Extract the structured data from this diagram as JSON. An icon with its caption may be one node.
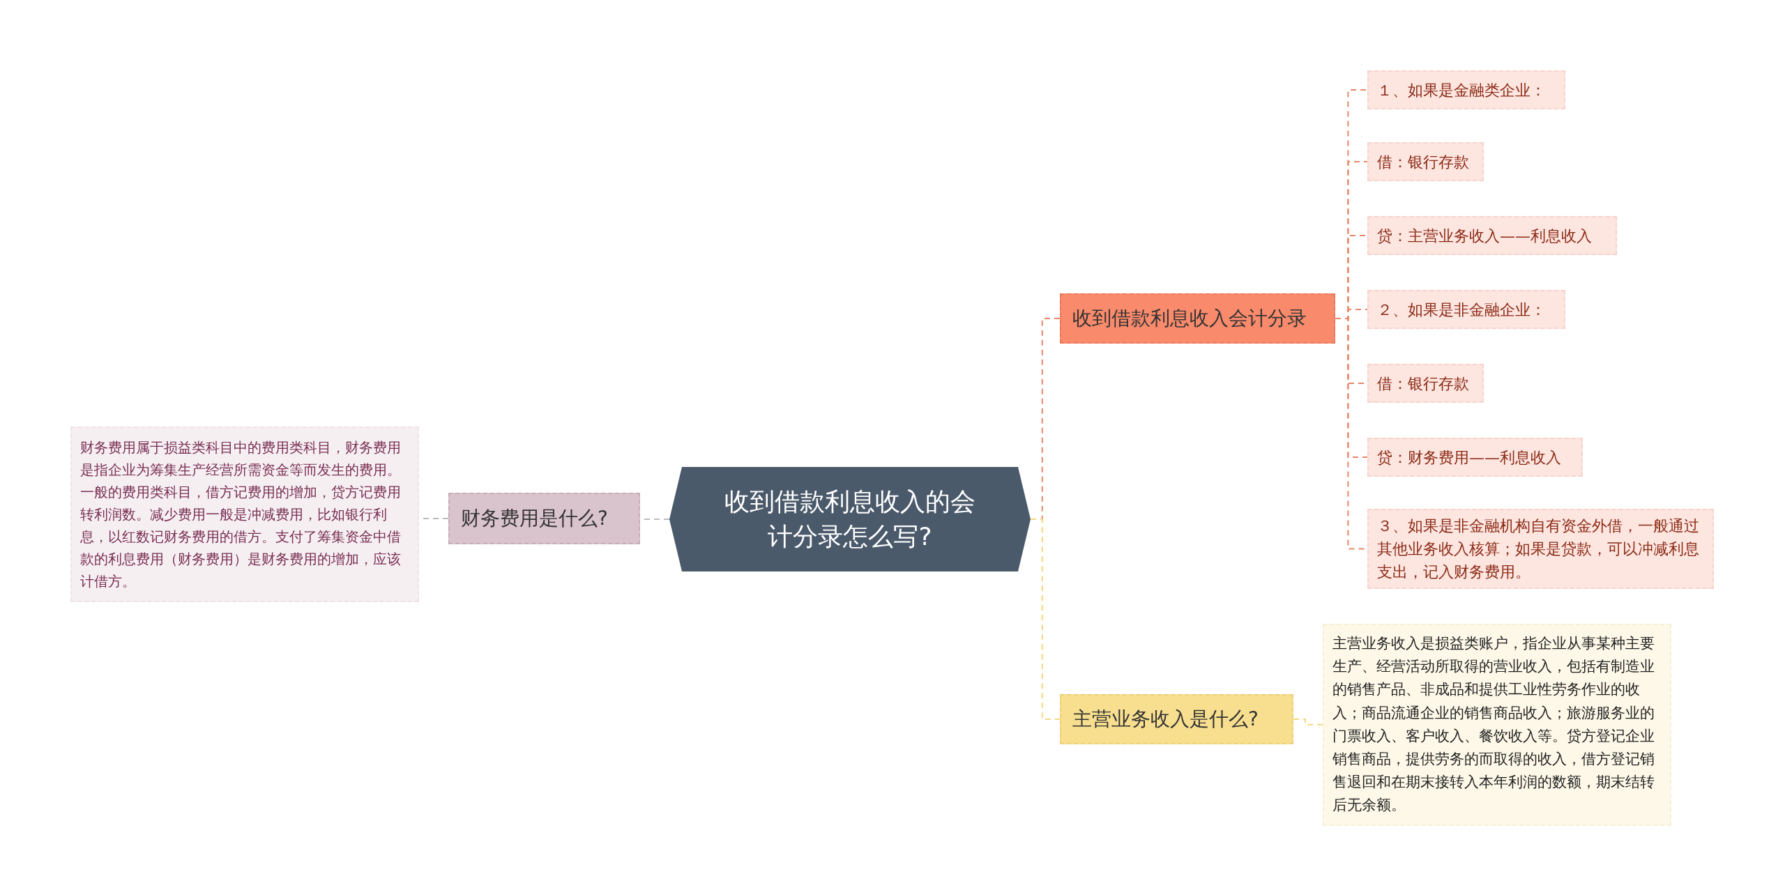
{
  "diagram": {
    "nodes": [
      {
        "text": [
          "收到借款利息收入的会计分录怎么写?"
        ]
      },
      {
        "text": [
          "财务费用是什么?"
        ]
      },
      {
        "text": [
          "财务费用属于损益类科目中的费用类科目，财务费用是指企业为筹集生产经营所需资金等而发生的费用。一般的费用类科目，借方记费用的增加，贷方记费用转利润数。减少费用一般是冲减费用，比如银行利息，以红数记财务费用的借方。支付了筹集资金中借款的利息费用（财务费用）是财务费用的增加，应该计借方。"
        ]
      },
      {
        "text": [
          "收到借款利息收入会计分录"
        ]
      },
      {
        "text": [
          "１、如果是金融类企业："
        ]
      },
      {
        "text": [
          "借：银行存款"
        ]
      },
      {
        "text": [
          "贷：主营业务收入——利息收入"
        ]
      },
      {
        "text": [
          "２、如果是非金融企业："
        ]
      },
      {
        "text": [
          "借：银行存款"
        ]
      },
      {
        "text": [
          "贷：财务费用——利息收入"
        ]
      },
      {
        "text": [
          "３、如果是非金融机构自有资金外借，一般通过其他业务收入核算；如果是贷款，可以冲减利息支出，记入财务费用。"
        ]
      },
      {
        "text": [
          "主营业务收入是什么?"
        ]
      },
      {
        "text": [
          "主营业务收入是损益类账户，指企业从事某种主要生产、经营活动所取得的营业收入，包括有制造业的销售产品、非成品和提供工业性劳务作业的收入；商品流通企业的销售商品收入；旅游服务业的门票收入、客户收入、餐饮收入等。贷方登记企业销售商品，提供劳务的而取得的收入，借方登记销售退回和在期末接转入本年利润的数额，期末结转后无余额。"
        ]
      }
    ],
    "edges": [
      {
        "from": 0,
        "to": 1,
        "arrow": "none",
        "style": "dashed",
        "color": "#bbbbbb"
      },
      {
        "from": 1,
        "to": 2,
        "arrow": "none",
        "style": "dashed",
        "color": "#bbbbbb"
      },
      {
        "from": 0,
        "to": 3,
        "arrow": "none",
        "style": "dashed"
      },
      {
        "from": 3,
        "to": 4,
        "arrow": "none",
        "style": "dashed"
      },
      {
        "from": 3,
        "to": 5,
        "arrow": "none",
        "style": "dashed"
      },
      {
        "from": 3,
        "to": 6,
        "arrow": "none",
        "style": "dashed"
      },
      {
        "from": 3,
        "to": 7,
        "arrow": "none",
        "style": "dashed"
      },
      {
        "from": 3,
        "to": 8,
        "arrow": "none",
        "style": "dashed"
      },
      {
        "from": 3,
        "to": 9,
        "arrow": "none",
        "style": "dashed"
      },
      {
        "from": 3,
        "to": 10,
        "arrow": "none",
        "style": "dashed"
      },
      {
        "from": 0,
        "to": 11,
        "arrow": "none",
        "style": "dashed",
        "color": "#f5d77f"
      },
      {
        "from": 11,
        "to": 12,
        "arrow": "none",
        "style": "dashed",
        "color": "#f5d77f"
      }
    ]
  }
}
